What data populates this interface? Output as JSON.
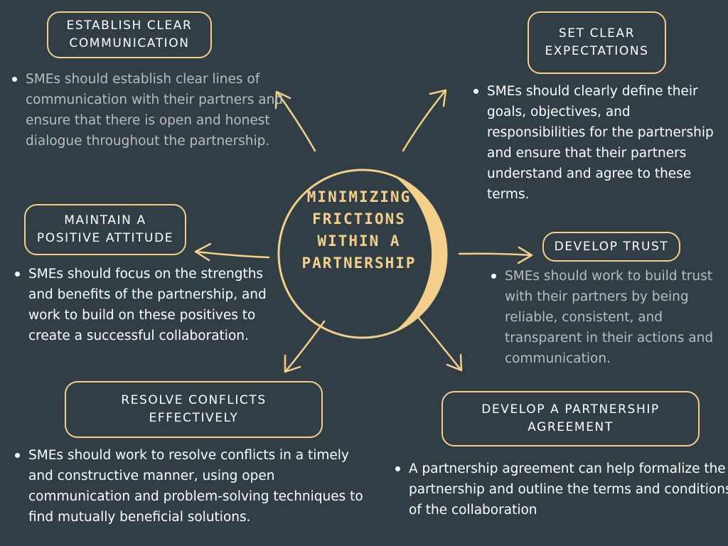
{
  "colors": {
    "background": "#323e45",
    "accent": "#f3cf8a",
    "text": "#ffffff",
    "muted_text": "#b9bdc0"
  },
  "center": {
    "lines": [
      "MINIMIZING",
      "FRICTIONS",
      "WITHIN A",
      "PARTNERSHIP"
    ]
  },
  "nodes": {
    "establish_communication": {
      "title_lines": [
        "ESTABLISH CLEAR",
        "COMMUNICATION"
      ],
      "bullet": "SMEs should establish clear lines of communication with their partners and ensure that there is open and honest dialogue throughout the partnership."
    },
    "set_expectations": {
      "title_lines": [
        "SET CLEAR",
        "EXPECTATIONS"
      ],
      "bullet": "SMEs should clearly define their goals, objectives, and responsibilities for the partnership and ensure that their partners understand and agree to these terms."
    },
    "positive_attitude": {
      "title_lines": [
        "MAINTAIN A",
        "POSITIVE ATTITUDE"
      ],
      "bullet": "SMEs should focus on the strengths and benefits of the partnership, and work to build on these positives to create a successful collaboration."
    },
    "develop_trust": {
      "title_lines": [
        "DEVELOP TRUST"
      ],
      "bullet": "SMEs should work to build trust with their partners by being reliable, consistent, and transparent in their actions and communication."
    },
    "resolve_conflicts": {
      "title_lines": [
        "RESOLVE CONFLICTS",
        "EFFECTIVELY"
      ],
      "bullet": "SMEs should work to resolve conflicts in a timely and constructive manner, using open communication and problem-solving techniques to find mutually beneficial solutions."
    },
    "partnership_agreement": {
      "title_lines": [
        "DEVELOP A PARTNERSHIP",
        "AGREEMENT"
      ],
      "bullet": "A partnership agreement can help formalize the partnership and outline the terms and conditions of the collaboration"
    }
  }
}
